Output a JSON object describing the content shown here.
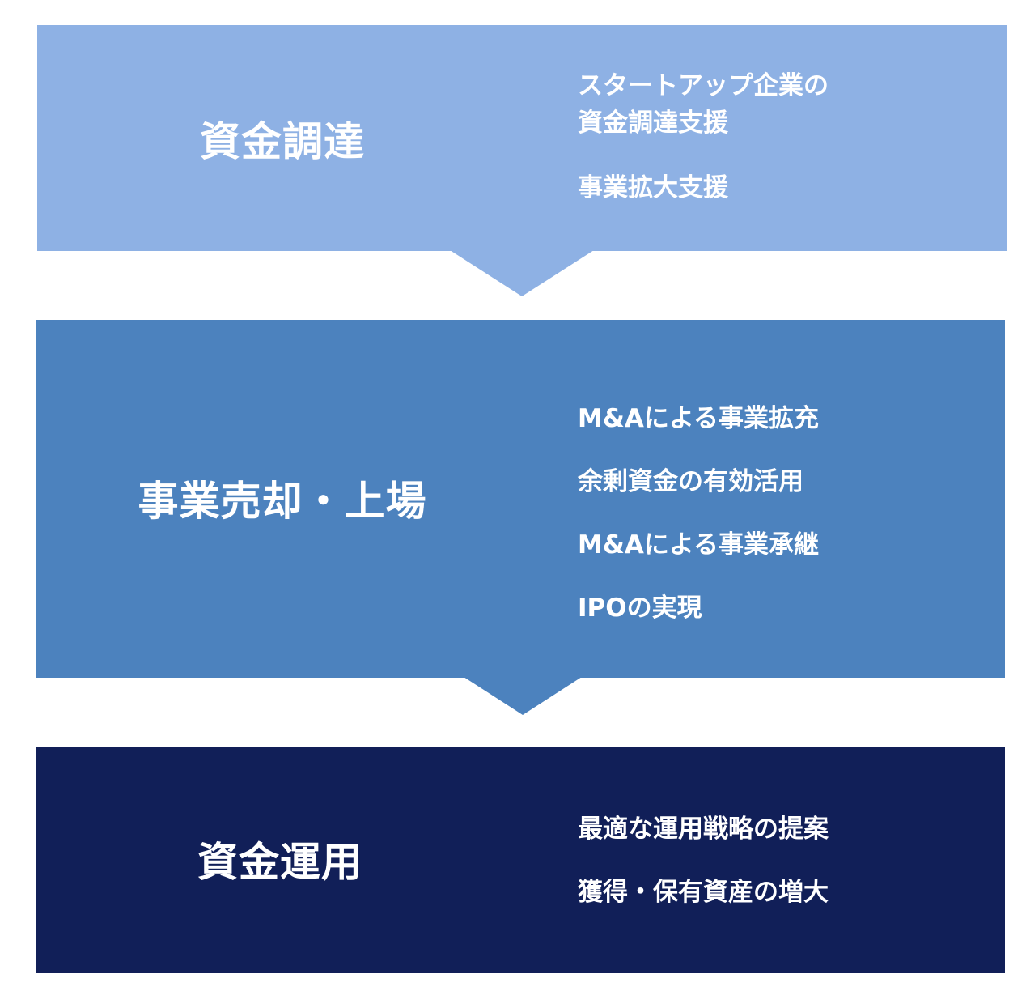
{
  "colors": {
    "stage1": "#8eb1e4",
    "stage2": "#4c82be",
    "stage3": "#111f58",
    "text": "#ffffff",
    "background": "#ffffff"
  },
  "stages": [
    {
      "title": "資金調達",
      "items": [
        "スタートアップ企業の\n資金調達支援",
        "事業拡大支援"
      ]
    },
    {
      "title": "事業売却・上場",
      "items": [
        "M&Aによる事業拡充",
        "余剰資金の有効活用",
        "M&Aによる事業承継",
        "IPOの実現"
      ]
    },
    {
      "title": "資金運用",
      "items": [
        "最適な運用戦略の提案",
        "獲得・保有資産の増大"
      ]
    }
  ],
  "arrows": [
    "arrow-down",
    "arrow-down"
  ]
}
